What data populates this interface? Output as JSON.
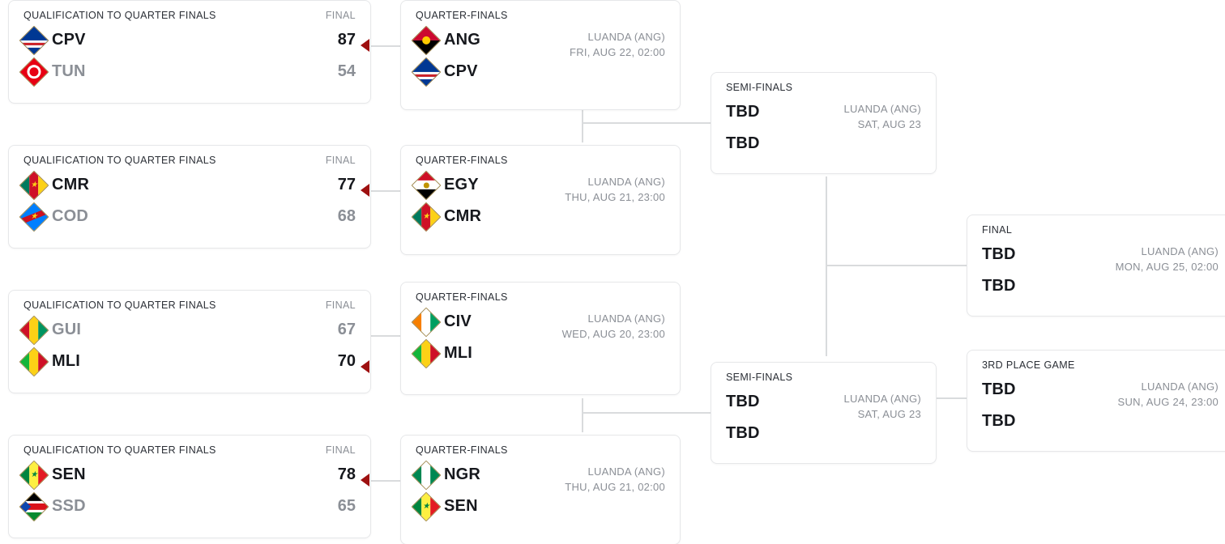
{
  "labels": {
    "qualification": "QUALIFICATION TO QUARTER FINALS",
    "quarter_finals": "QUARTER-FINALS",
    "semi_finals": "SEMI-FINALS",
    "final": "FINAL",
    "third_place": "3RD PLACE GAME",
    "score_header": "FINAL",
    "tbd": "TBD"
  },
  "colors": {
    "winner_arrow": "#9e1010",
    "connector": "#d9dbdd",
    "card_border": "#e6e7e9",
    "text_primary": "#16181d",
    "text_muted": "#8b8f96"
  },
  "qualification": [
    {
      "title": "QUALIFICATION TO QUARTER FINALS",
      "score_header": "FINAL",
      "teams": [
        {
          "abbr": "CPV",
          "flag": "flag-cpv",
          "score": "87",
          "winner": true
        },
        {
          "abbr": "TUN",
          "flag": "flag-tun",
          "score": "54",
          "winner": false
        }
      ]
    },
    {
      "title": "QUALIFICATION TO QUARTER FINALS",
      "score_header": "FINAL",
      "teams": [
        {
          "abbr": "CMR",
          "flag": "flag-cmr",
          "score": "77",
          "winner": true
        },
        {
          "abbr": "COD",
          "flag": "flag-cod",
          "score": "68",
          "winner": false
        }
      ]
    },
    {
      "title": "QUALIFICATION TO QUARTER FINALS",
      "score_header": "FINAL",
      "teams": [
        {
          "abbr": "GUI",
          "flag": "flag-gui",
          "score": "67",
          "winner": false
        },
        {
          "abbr": "MLI",
          "flag": "flag-mli",
          "score": "70",
          "winner": true
        }
      ]
    },
    {
      "title": "QUALIFICATION TO QUARTER FINALS",
      "score_header": "FINAL",
      "teams": [
        {
          "abbr": "SEN",
          "flag": "flag-sen",
          "score": "78",
          "winner": true
        },
        {
          "abbr": "SSD",
          "flag": "flag-ssd",
          "score": "65",
          "winner": false
        }
      ]
    }
  ],
  "quarter_finals": [
    {
      "title": "QUARTER-FINALS",
      "venue": "LUANDA (ANG)",
      "datetime": "FRI, AUG 22, 02:00",
      "teams": [
        {
          "abbr": "ANG",
          "flag": "flag-ang"
        },
        {
          "abbr": "CPV",
          "flag": "flag-cpv"
        }
      ]
    },
    {
      "title": "QUARTER-FINALS",
      "venue": "LUANDA (ANG)",
      "datetime": "THU, AUG 21, 23:00",
      "teams": [
        {
          "abbr": "EGY",
          "flag": "flag-egy"
        },
        {
          "abbr": "CMR",
          "flag": "flag-cmr"
        }
      ]
    },
    {
      "title": "QUARTER-FINALS",
      "venue": "LUANDA (ANG)",
      "datetime": "WED, AUG 20, 23:00",
      "teams": [
        {
          "abbr": "CIV",
          "flag": "flag-civ"
        },
        {
          "abbr": "MLI",
          "flag": "flag-mli"
        }
      ]
    },
    {
      "title": "QUARTER-FINALS",
      "venue": "LUANDA (ANG)",
      "datetime": "THU, AUG 21, 02:00",
      "teams": [
        {
          "abbr": "NGR",
          "flag": "flag-ngr"
        },
        {
          "abbr": "SEN",
          "flag": "flag-sen"
        }
      ]
    }
  ],
  "semi_finals": [
    {
      "title": "SEMI-FINALS",
      "venue": "LUANDA (ANG)",
      "datetime": "SAT, AUG 23",
      "teams": [
        {
          "abbr": "TBD"
        },
        {
          "abbr": "TBD"
        }
      ]
    },
    {
      "title": "SEMI-FINALS",
      "venue": "LUANDA (ANG)",
      "datetime": "SAT, AUG 23",
      "teams": [
        {
          "abbr": "TBD"
        },
        {
          "abbr": "TBD"
        }
      ]
    }
  ],
  "final": {
    "title": "FINAL",
    "venue": "LUANDA (ANG)",
    "datetime": "MON, AUG 25, 02:00",
    "teams": [
      {
        "abbr": "TBD"
      },
      {
        "abbr": "TBD"
      }
    ]
  },
  "third_place": {
    "title": "3RD PLACE GAME",
    "venue": "LUANDA (ANG)",
    "datetime": "SUN, AUG 24, 23:00",
    "teams": [
      {
        "abbr": "TBD"
      },
      {
        "abbr": "TBD"
      }
    ]
  }
}
